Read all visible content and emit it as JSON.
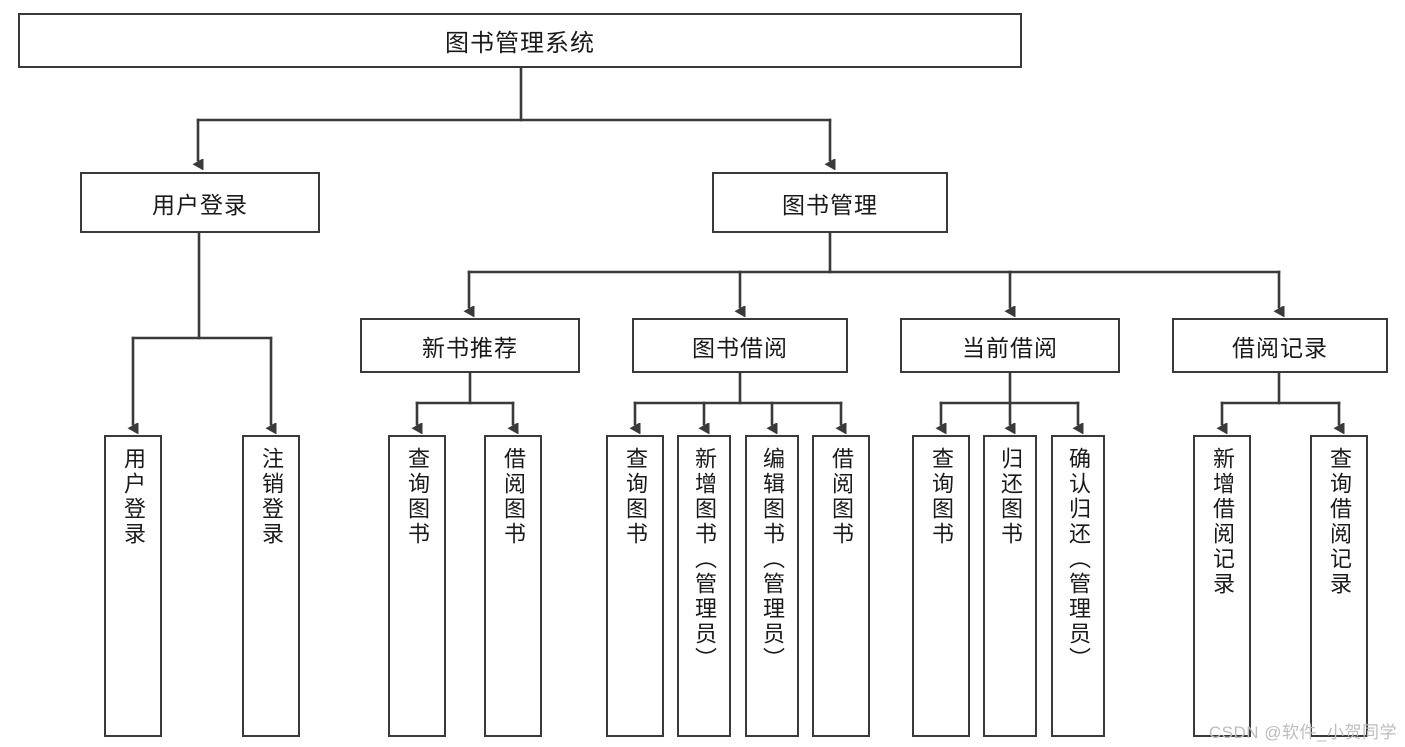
{
  "diagram": {
    "title": "图书管理系统",
    "type": "tree-hierarchy-chart",
    "watermark": "CSDN @软件_小贺同学",
    "colors": {
      "stroke": "#3a3a3a",
      "fill": "#ffffff",
      "text": "#1a1a1a",
      "watermark": "#bdbdbd"
    },
    "root": {
      "label": "图书管理系统"
    },
    "level1": [
      {
        "label": "用户登录"
      },
      {
        "label": "图书管理"
      }
    ],
    "level2": [
      {
        "label": "新书推荐"
      },
      {
        "label": "图书借阅"
      },
      {
        "label": "当前借阅"
      },
      {
        "label": "借阅记录"
      }
    ],
    "leaves": {
      "user_login": [
        {
          "label": "用户登录"
        },
        {
          "label": "注销登录"
        }
      ],
      "new_book": [
        {
          "label": "查询图书"
        },
        {
          "label": "借阅图书"
        }
      ],
      "book_borrow": [
        {
          "label": "查询图书"
        },
        {
          "label": "新增图书（管理员）"
        },
        {
          "label": "编辑图书（管理员）"
        },
        {
          "label": "借阅图书"
        }
      ],
      "current_borrow": [
        {
          "label": "查询图书"
        },
        {
          "label": "归还图书"
        },
        {
          "label": "确认归还（管理员）"
        }
      ],
      "borrow_record": [
        {
          "label": "新增借阅记录"
        },
        {
          "label": "查询借阅记录"
        }
      ]
    }
  }
}
